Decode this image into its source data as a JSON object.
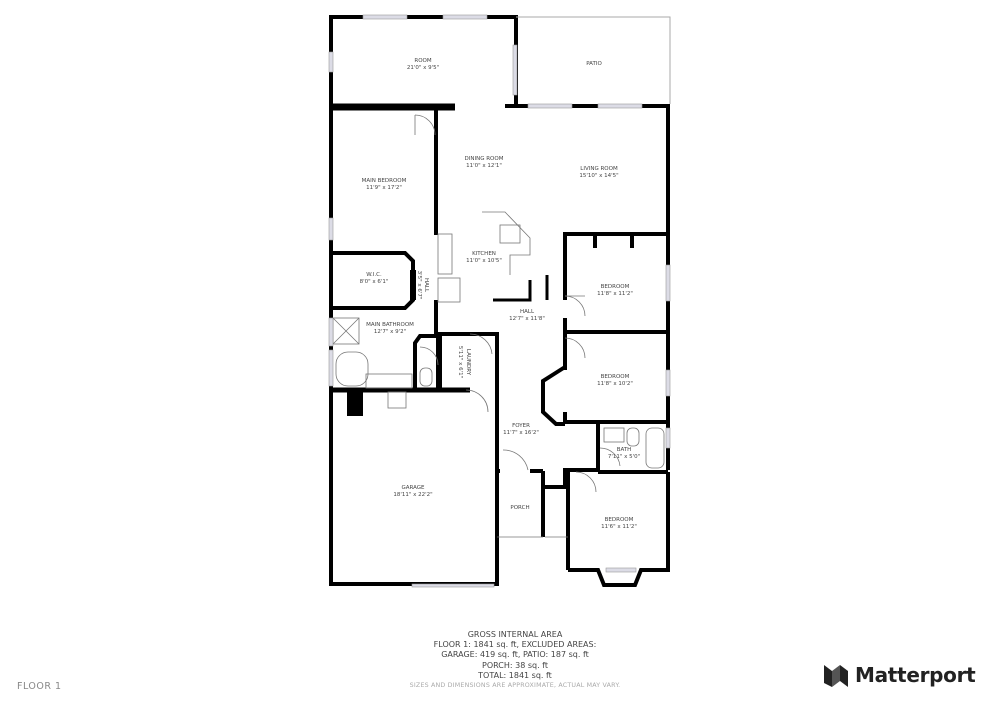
{
  "rooms": {
    "room": {
      "name": "ROOM",
      "size": "21'0\" x 9'5\""
    },
    "patio": {
      "name": "PATIO"
    },
    "dining": {
      "name": "DINING ROOM",
      "size": "11'0\" x 12'1\""
    },
    "living": {
      "name": "LIVING ROOM",
      "size": "15'10\" x 14'5\""
    },
    "main_bedroom": {
      "name": "MAIN BEDROOM",
      "size": "11'9\" x 17'2\""
    },
    "wic": {
      "name": "W.I.C.",
      "size": "8'0\" x 6'1\""
    },
    "hall_small": {
      "name": "HALL",
      "size": "3'5\" x 6'7\""
    },
    "kitchen": {
      "name": "KITCHEN",
      "size": "11'0\" x 10'5\""
    },
    "hall": {
      "name": "HALL",
      "size": "12'7\" x 11'8\""
    },
    "main_bathroom": {
      "name": "MAIN BATHROOM",
      "size": "12'7\" x 9'2\""
    },
    "laundry": {
      "name": "LAUNDRY",
      "size": "5'11\" x 6'1\""
    },
    "bedroom1": {
      "name": "BEDROOM",
      "size": "11'8\" x 11'2\""
    },
    "bedroom2": {
      "name": "BEDROOM",
      "size": "11'8\" x 10'2\""
    },
    "foyer": {
      "name": "FOYER",
      "size": "11'7\" x 16'2\""
    },
    "bath": {
      "name": "BATH",
      "size": "7'11\" x 5'0\""
    },
    "garage": {
      "name": "GARAGE",
      "size": "18'11\" x 22'2\""
    },
    "porch": {
      "name": "PORCH"
    },
    "bedroom3": {
      "name": "BEDROOM",
      "size": "11'6\" x 11'2\""
    }
  },
  "summary": {
    "title": "GROSS INTERNAL AREA",
    "line1": "FLOOR 1: 1841 sq. ft, EXCLUDED AREAS:",
    "line2": "GARAGE: 419 sq. ft, PATIO: 187 sq. ft",
    "line3": "PORCH: 38 sq. ft",
    "line4": "TOTAL: 1841 sq. ft",
    "note": "SIZES AND DIMENSIONS ARE APPROXIMATE, ACTUAL MAY VARY."
  },
  "floor_label": "FLOOR 1",
  "brand": "Matterport",
  "colors": {
    "wall": "#000000",
    "window": "#c9c9d6",
    "label": "#444444"
  }
}
